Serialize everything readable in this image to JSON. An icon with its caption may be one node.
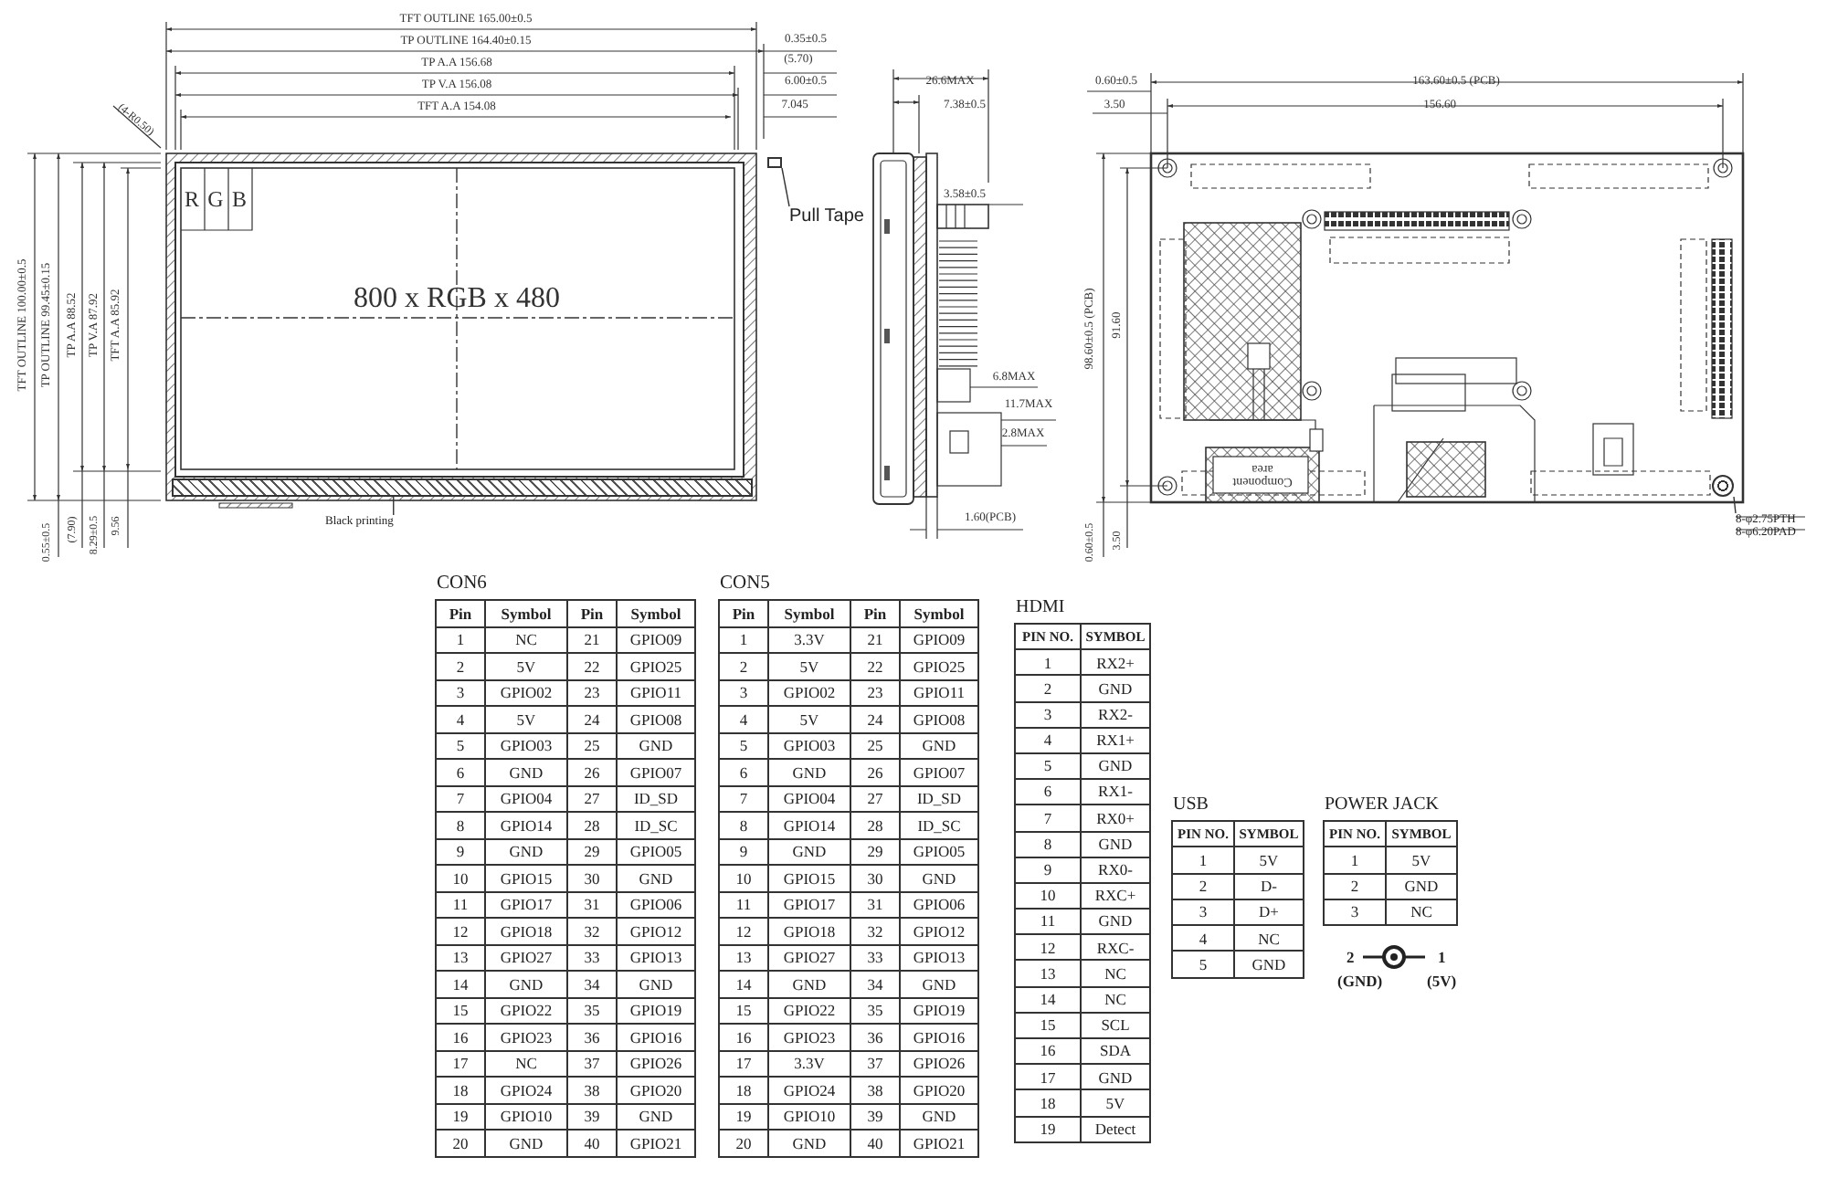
{
  "diagram": {
    "nodes": [
      {
        "text": [
          "Pull Tape"
        ]
      },
      {
        "text": [],
        "shape": "box"
      },
      {
        "text": [
          "Black printing"
        ]
      },
      {
        "text": [],
        "shape": "bar"
      },
      {
        "text": [
          "8-φ2.75PTH",
          "8-φ6.20PAD"
        ]
      },
      {
        "text": [],
        "shape": "circle"
      }
    ],
    "edges": [
      {
        "from": 0,
        "to": 1,
        "arrow": "none"
      },
      {
        "from": 2,
        "to": 3,
        "arrow": "none"
      },
      {
        "from": 4,
        "to": 5,
        "arrow": "none"
      }
    ],
    "labels": [
      "TFT OUTLINE 165.00±0.5",
      "TP OUTLINE 164.40±0.15",
      "TP A.A 156.68",
      "TP V.A 156.08",
      "TFT A.A 154.08",
      "0.35±0.5",
      "(5.70)",
      "6.00±0.5",
      "7.045",
      "(4-R0.50)",
      "TFT OUTLINE 100.00±0.5",
      "TP OUTLINE 99.45±0.15",
      "TP A.A 88.52",
      "TP V.A 87.92",
      "TFT A.A 85.92",
      "0.55±0.5",
      "(7.90)",
      "8.29±0.5",
      "9.56",
      "R",
      "G",
      "B",
      "800 x RGB x 480",
      "26.6MAX",
      "7.38±0.5",
      "3.58±0.5",
      "6.8MAX",
      "11.7MAX",
      "2.8MAX",
      "1.60(PCB)",
      "0.60±0.5",
      "163.60±0.5 (PCB)",
      "3.50",
      "156.60",
      "98.60±0.5 (PCB)",
      "91.60",
      "0.60±0.5",
      "3.50",
      "Component area",
      "CON6",
      "Pin",
      "Symbol",
      "Pin",
      "Symbol",
      "1",
      "NC",
      "21",
      "GPIO09",
      "2",
      "5V",
      "22",
      "GPIO25",
      "3",
      "GPIO02",
      "23",
      "GPIO11",
      "4",
      "5V",
      "24",
      "GPIO08",
      "5",
      "GPIO03",
      "25",
      "GND",
      "6",
      "GND",
      "26",
      "GPIO07",
      "7",
      "GPIO04",
      "27",
      "ID_SD",
      "8",
      "GPIO14",
      "28",
      "ID_SC",
      "9",
      "GND",
      "29",
      "GPIO05",
      "10",
      "GPIO15",
      "30",
      "GND",
      "11",
      "GPIO17",
      "31",
      "GPIO06",
      "12",
      "GPIO18",
      "32",
      "GPIO12",
      "13",
      "GPIO27",
      "33",
      "GPIO13",
      "14",
      "GND",
      "34",
      "GND",
      "15",
      "GPIO22",
      "35",
      "GPIO19",
      "16",
      "GPIO23",
      "36",
      "GPIO16",
      "17",
      "NC",
      "37",
      "GPIO26",
      "18",
      "GPIO24",
      "38",
      "GPIO20",
      "19",
      "GPIO10",
      "39",
      "GND",
      "20",
      "GND",
      "40",
      "GPIO21",
      "CON5",
      "Pin",
      "Symbol",
      "Pin",
      "Symbol",
      "1",
      "3.3V",
      "21",
      "GPIO09",
      "2",
      "5V",
      "22",
      "GPIO25",
      "3",
      "GPIO02",
      "23",
      "GPIO11",
      "4",
      "5V",
      "24",
      "GPIO08",
      "5",
      "GPIO03",
      "25",
      "GND",
      "6",
      "GND",
      "26",
      "GPIO07",
      "7",
      "GPIO04",
      "27",
      "ID_SD",
      "8",
      "GPIO14",
      "28",
      "ID_SC",
      "9",
      "GND",
      "29",
      "GPIO05",
      "10",
      "GPIO15",
      "30",
      "GND",
      "11",
      "GPIO17",
      "31",
      "GPIO06",
      "12",
      "GPIO18",
      "32",
      "GPIO12",
      "13",
      "GPIO27",
      "33",
      "GPIO13",
      "14",
      "GND",
      "34",
      "GND",
      "15",
      "GPIO22",
      "35",
      "GPIO19",
      "16",
      "GPIO23",
      "36",
      "GPIO16",
      "17",
      "3.3V",
      "37",
      "GPIO26",
      "18",
      "GPIO24",
      "38",
      "GPIO20",
      "19",
      "GPIO10",
      "39",
      "GND",
      "20",
      "GND",
      "40",
      "GPIO21",
      "HDMI",
      "PIN NO.",
      "SYMBOL",
      "1",
      "RX2+",
      "2",
      "GND",
      "3",
      "RX2-",
      "4",
      "RX1+",
      "5",
      "GND",
      "6",
      "RX1-",
      "7",
      "RX0+",
      "8",
      "GND",
      "9",
      "RX0-",
      "10",
      "RXC+",
      "11",
      "GND",
      "12",
      "RXC-",
      "13",
      "NC",
      "14",
      "NC",
      "15",
      "SCL",
      "16",
      "SDA",
      "17",
      "GND",
      "18",
      "5V",
      "19",
      "Detect",
      "USB",
      "PIN NO.",
      "SYMBOL",
      "1",
      "5V",
      "2",
      "D-",
      "3",
      "D+",
      "4",
      "NC",
      "5",
      "GND",
      "POWER JACK",
      "PIN NO.",
      "SYMBOL",
      "1",
      "5V",
      "2",
      "GND",
      "3",
      "NC",
      "2",
      "1",
      "(GND)",
      "(5V)"
    ]
  }
}
